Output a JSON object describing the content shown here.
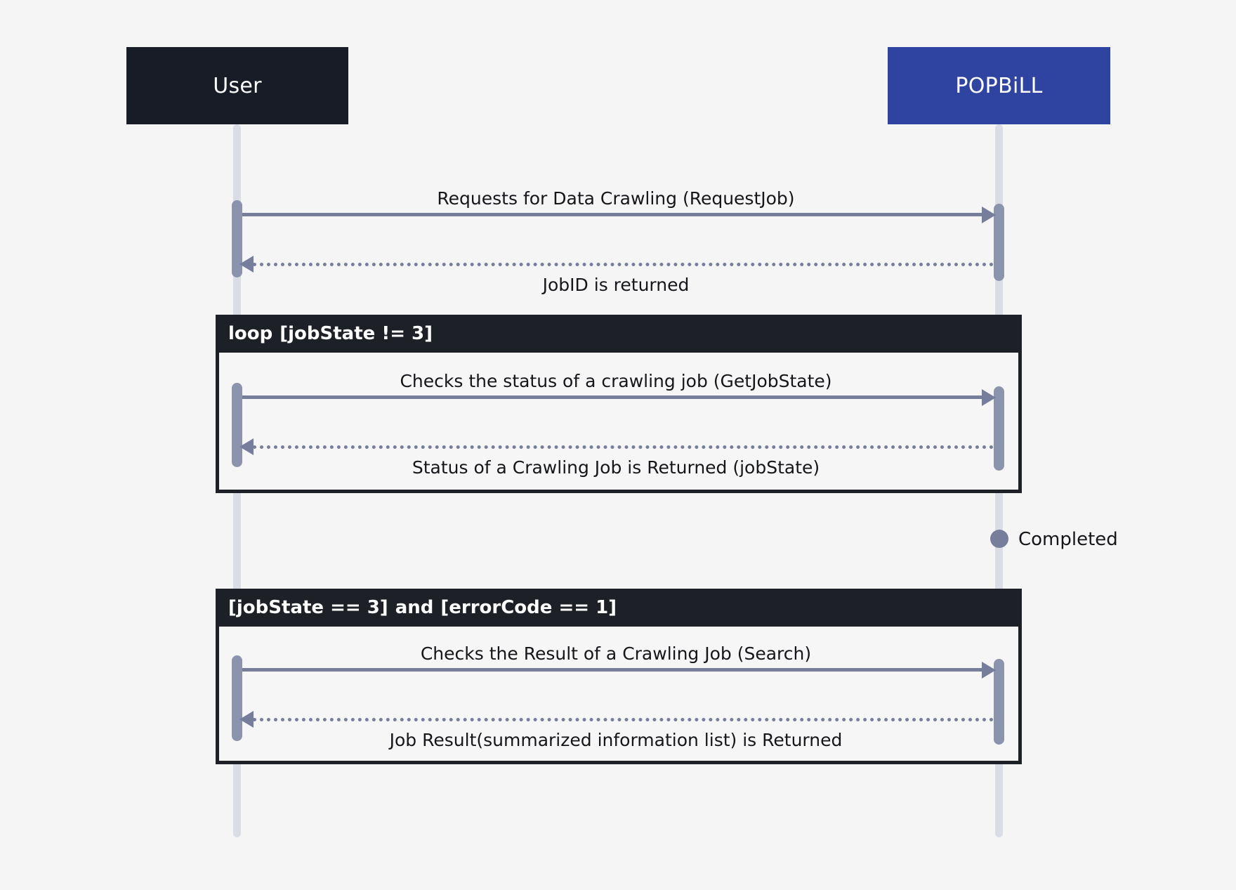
{
  "diagram": {
    "type": "sequence-diagram",
    "background_color": "#f5f5f6",
    "participants": [
      {
        "id": "user",
        "label": "User",
        "box_color": "#181c26",
        "text_color": "#ffffff"
      },
      {
        "id": "popbill",
        "label": "POPBiLL",
        "box_color": "#2f44a1",
        "text_color": "#ffffff"
      }
    ],
    "colors": {
      "lifeline": "#dadce6",
      "activation": "#8c93ac",
      "arrow": "#767e9c",
      "fragment_border": "#1d2027",
      "fragment_header": "#1d2027",
      "fragment_body": "#f6f6f7",
      "text": "#15161a"
    },
    "messages": [
      {
        "id": "m1",
        "label": "Requests for Data Crawling (RequestJob)",
        "from": "user",
        "to": "popbill",
        "style": "solid",
        "arrow": "filled",
        "direction": "right"
      },
      {
        "id": "m2",
        "label": "JobID is returned",
        "from": "popbill",
        "to": "user",
        "style": "dotted",
        "arrow": "filled",
        "direction": "left"
      },
      {
        "id": "m3",
        "label": "Checks the status of a crawling job (GetJobState)",
        "from": "user",
        "to": "popbill",
        "style": "solid",
        "arrow": "filled",
        "direction": "right"
      },
      {
        "id": "m4",
        "label": "Status of a Crawling Job is Returned (jobState)",
        "from": "popbill",
        "to": "user",
        "style": "dotted",
        "arrow": "filled",
        "direction": "left"
      },
      {
        "id": "m5",
        "label": "Checks the Result of a Crawling Job (Search)",
        "from": "user",
        "to": "popbill",
        "style": "solid",
        "arrow": "filled",
        "direction": "right"
      },
      {
        "id": "m6",
        "label": "Job Result(summarized information list) is Returned",
        "from": "popbill",
        "to": "user",
        "style": "dotted",
        "arrow": "filled",
        "direction": "left"
      }
    ],
    "fragments": [
      {
        "id": "loop-fragment",
        "keyword": "loop",
        "guard": "[jobState != 3]",
        "conjunction": "",
        "guard2": "",
        "messages": [
          "m3",
          "m4"
        ]
      },
      {
        "id": "condition-fragment",
        "keyword": "",
        "guard": "[jobState == 3]",
        "conjunction": "and",
        "guard2": "[errorCode == 1]",
        "messages": [
          "m5",
          "m6"
        ]
      }
    ],
    "notes": [
      {
        "id": "completed-note",
        "label": "Completed",
        "marker": "filled-dot",
        "attached_to": "popbill"
      }
    ]
  }
}
